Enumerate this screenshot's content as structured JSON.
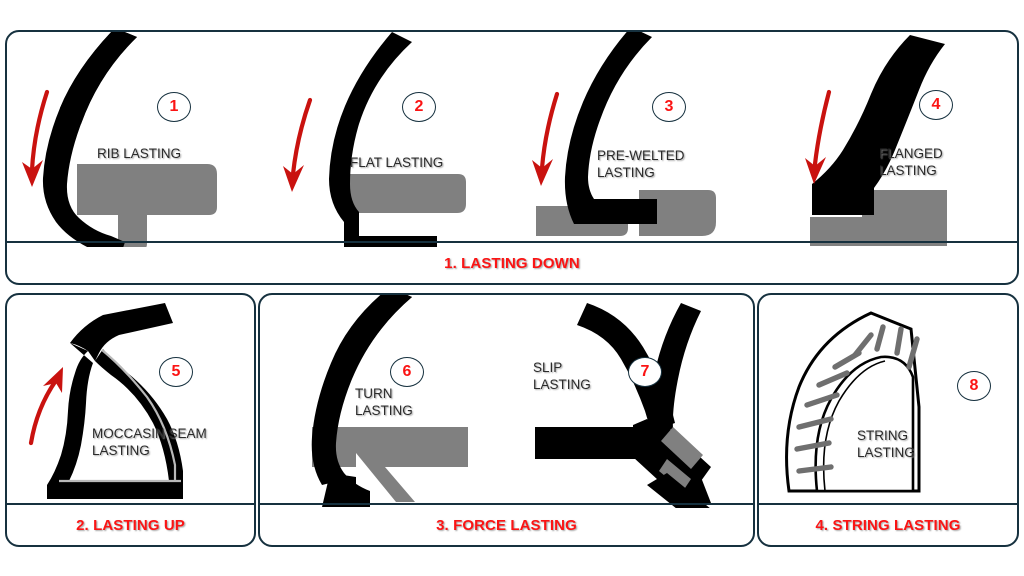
{
  "diagram": {
    "title_groups": [
      {
        "id": "g1",
        "label": "1. LASTING DOWN"
      },
      {
        "id": "g2",
        "label": "2. LASTING UP"
      },
      {
        "id": "g3",
        "label": "3. FORCE LASTING"
      },
      {
        "id": "g4",
        "label": "4. STRING LASTING"
      }
    ],
    "items": [
      {
        "number": "1",
        "caption": "RIB LASTING",
        "arrow": "down"
      },
      {
        "number": "2",
        "caption": "FLAT LASTING",
        "arrow": "down"
      },
      {
        "number": "3",
        "caption": "PRE-WELTED\nLASTING",
        "arrow": "down"
      },
      {
        "number": "4",
        "caption": "FLANGED\nLASTING",
        "arrow": "down"
      },
      {
        "number": "5",
        "caption": "MOCCASIN SEAM\nLASTING",
        "arrow": "up"
      },
      {
        "number": "6",
        "caption": "TURN\nLASTING",
        "arrow": "none"
      },
      {
        "number": "7",
        "caption": "SLIP\nLASTING",
        "arrow": "none"
      },
      {
        "number": "8",
        "caption": "STRING\nLASTING",
        "arrow": "none"
      }
    ],
    "colors": {
      "frame": "#16313f",
      "group_label": "#fb1414",
      "badge_number": "#fb1414",
      "arrow": "#c9120f",
      "upper_material": "#000000",
      "insole_material": "#808080",
      "caption_text": "#2b2b2b",
      "background": "#ffffff"
    }
  }
}
